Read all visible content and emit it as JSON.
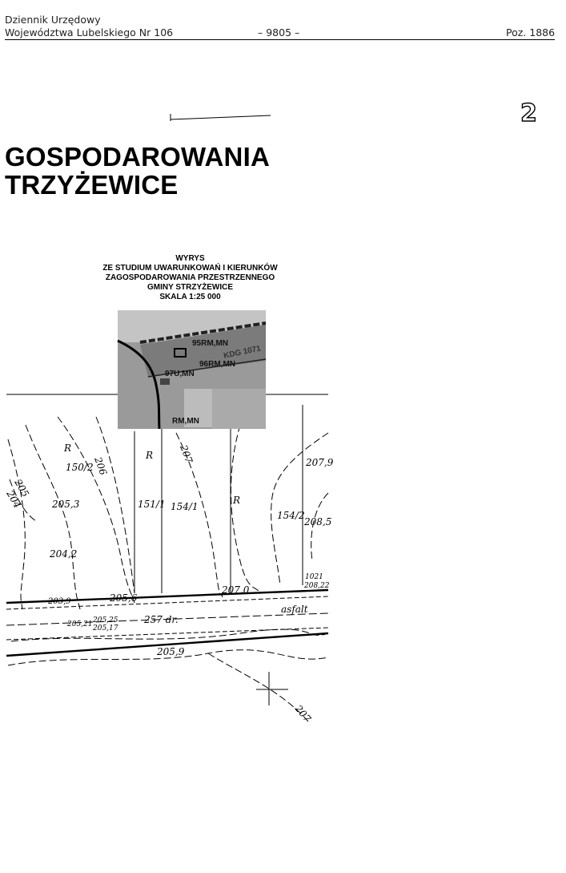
{
  "header": {
    "journal_line1": "Dziennik Urzędowy",
    "journal_line2": "Województwa Lubelskiego Nr 106",
    "page_number": "– 9805 –",
    "position": "Poz. 1886"
  },
  "attachment_number": "2",
  "title_lines": [
    "GOSPODAROWANIA",
    "TRZYŻEWICE"
  ],
  "excerpt": {
    "lines": [
      "WYRYS",
      "ZE STUDIUM UWARUNKOWAŃ I KIERUNKÓW",
      "ZAGOSPODAROWANIA PRZESTRZENNEGO",
      "GMINY STRZYŻEWICE",
      "SKALA 1:25 000"
    ],
    "map_labels": [
      "95RM,MN",
      "96RM,MN",
      "97U,MN",
      "RM,MN",
      "KDG 1071"
    ]
  },
  "map": {
    "land_use_labels": [
      "R",
      "R",
      "R"
    ],
    "parcels": [
      "150/2",
      "151/1",
      "154/1",
      "154/2"
    ],
    "elevations": [
      "205",
      "204",
      "205,3",
      "204,2",
      "206",
      "207",
      "207,9",
      "208,5",
      "203,9",
      "205,6",
      "207,0",
      "205,9",
      "207"
    ],
    "road_labels": [
      "asfalt",
      "257 dr."
    ],
    "road_points": [
      "205,21",
      "205,25",
      "205,17",
      "1021",
      "208,22"
    ]
  }
}
